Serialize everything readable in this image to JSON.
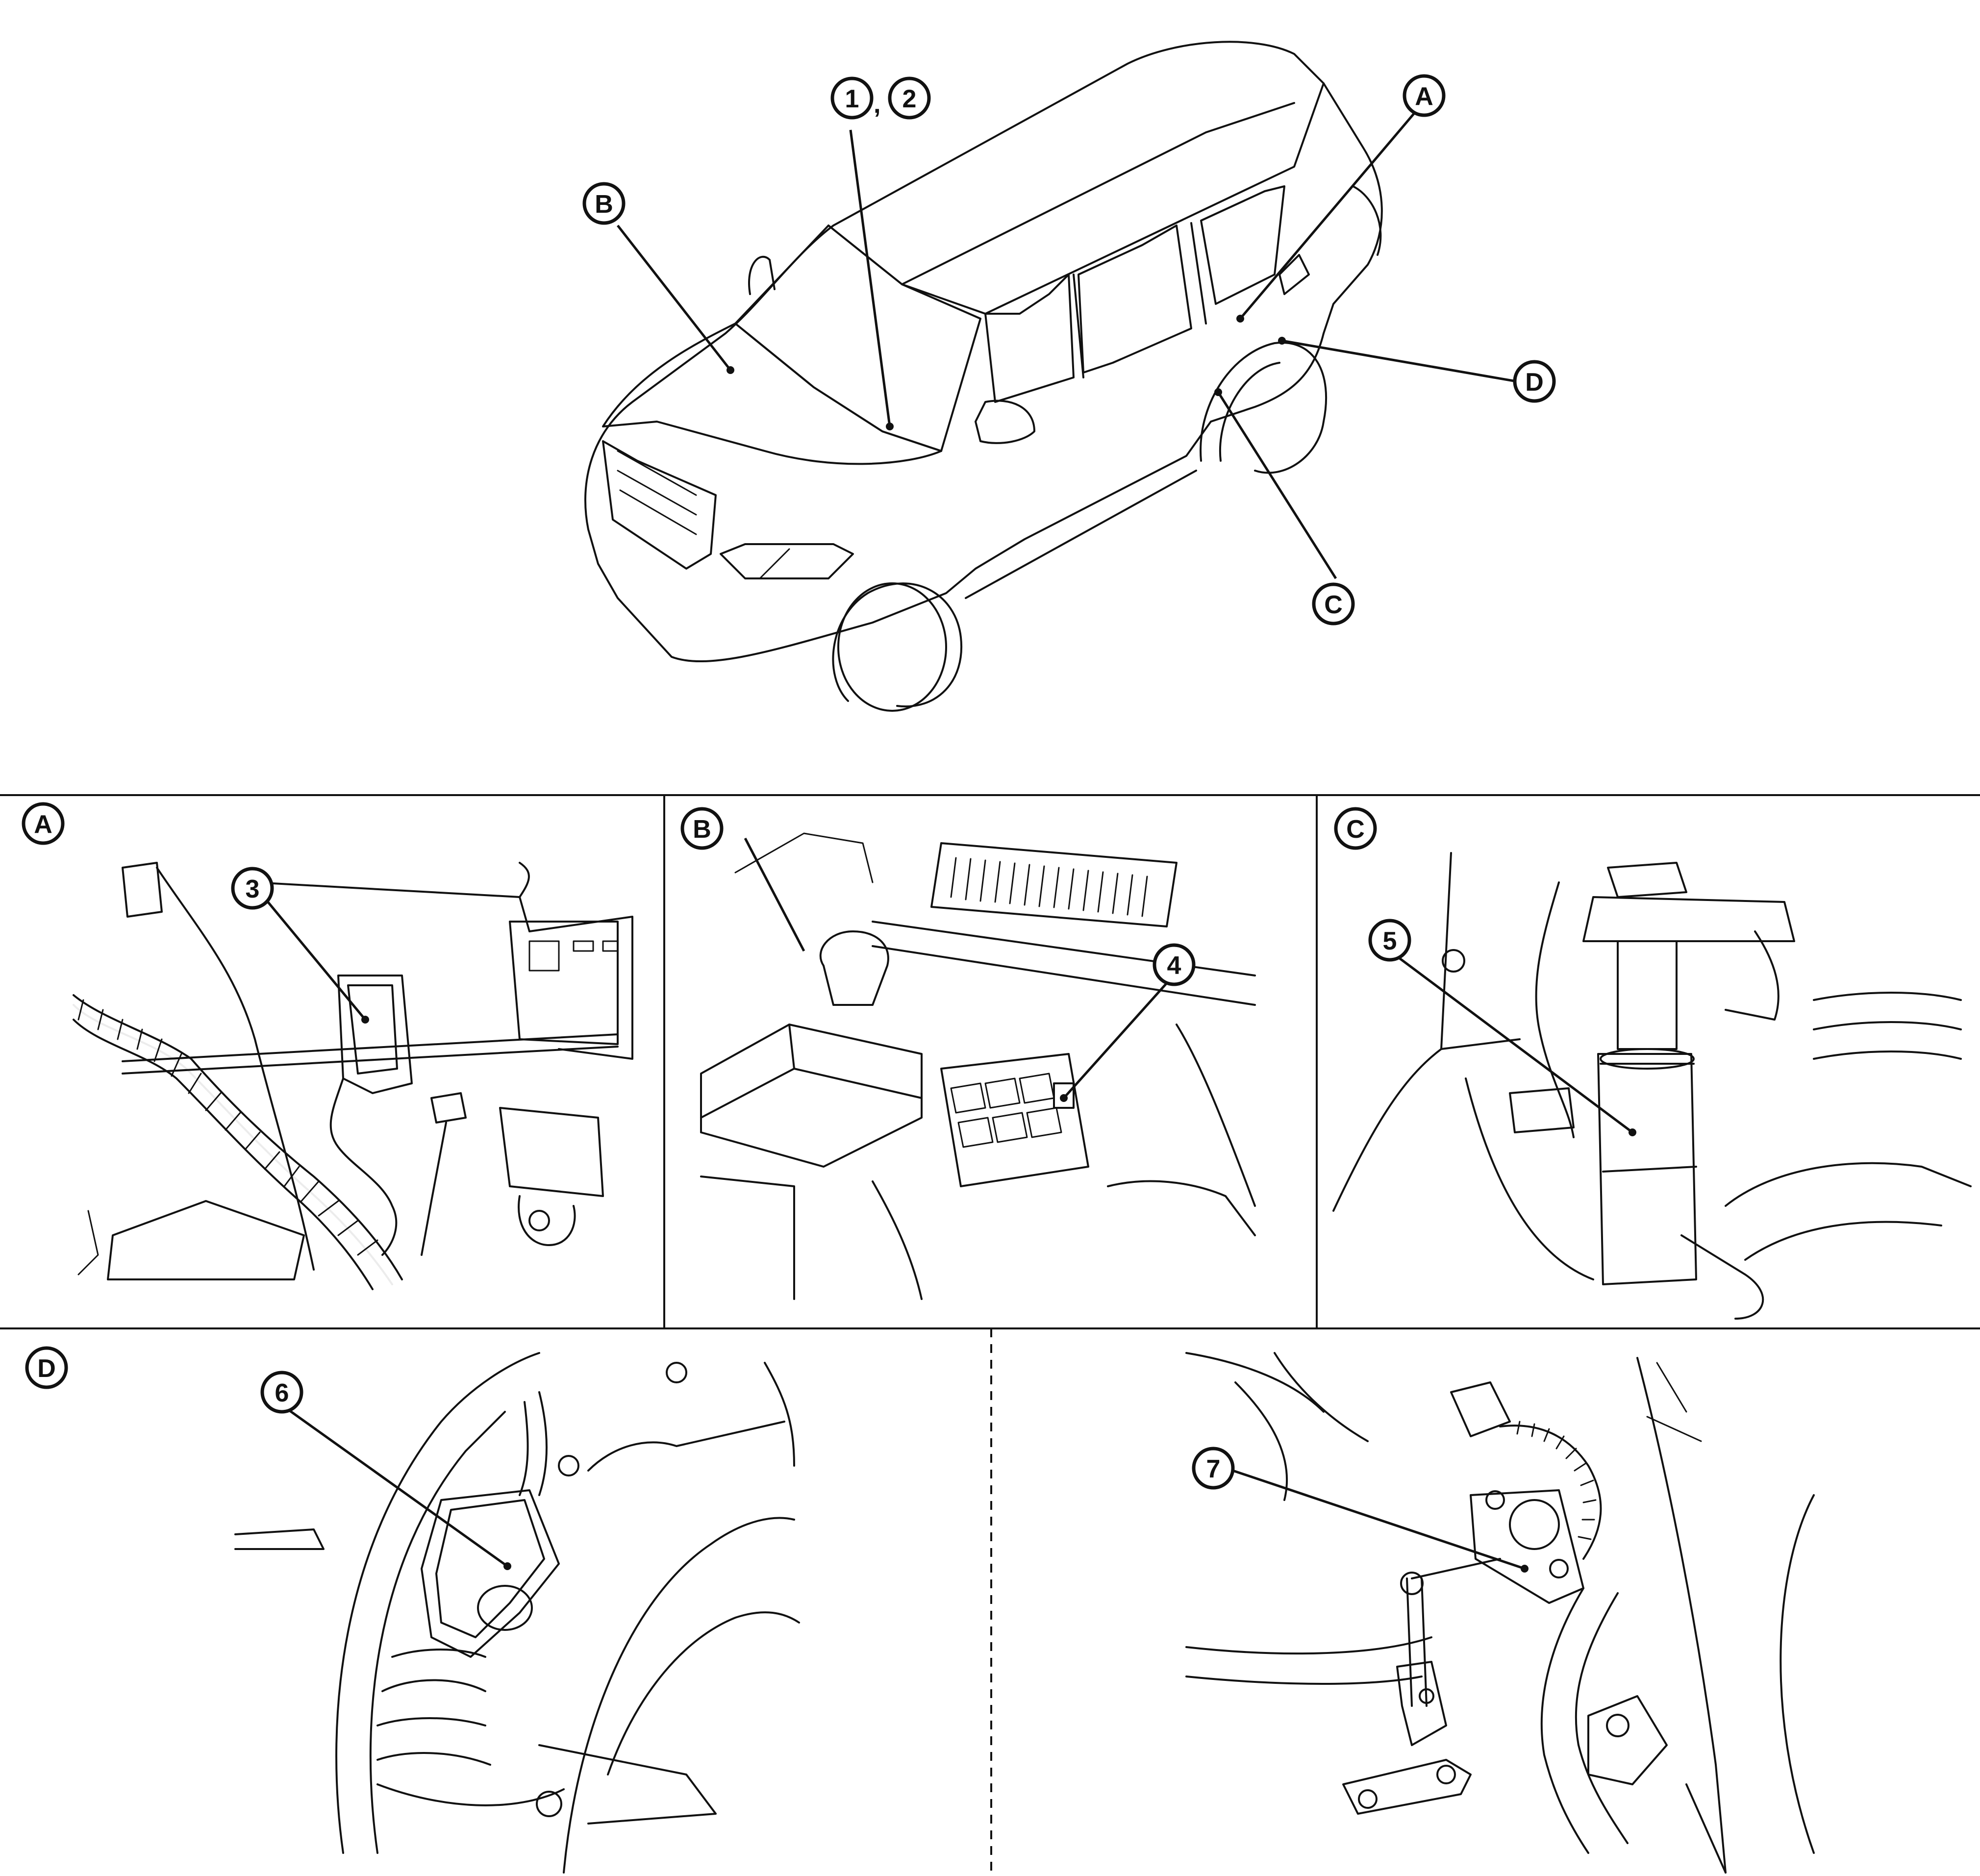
{
  "callouts": {
    "one": "1",
    "two": "2",
    "separator": ",",
    "three": "3",
    "four": "4",
    "five": "5",
    "six": "6",
    "seven": "7"
  },
  "view_labels": {
    "A": "A",
    "B": "B",
    "C": "C",
    "D": "D"
  },
  "panels": {
    "a_label": "A",
    "b_label": "B",
    "c_label": "C",
    "d_label": "D"
  }
}
